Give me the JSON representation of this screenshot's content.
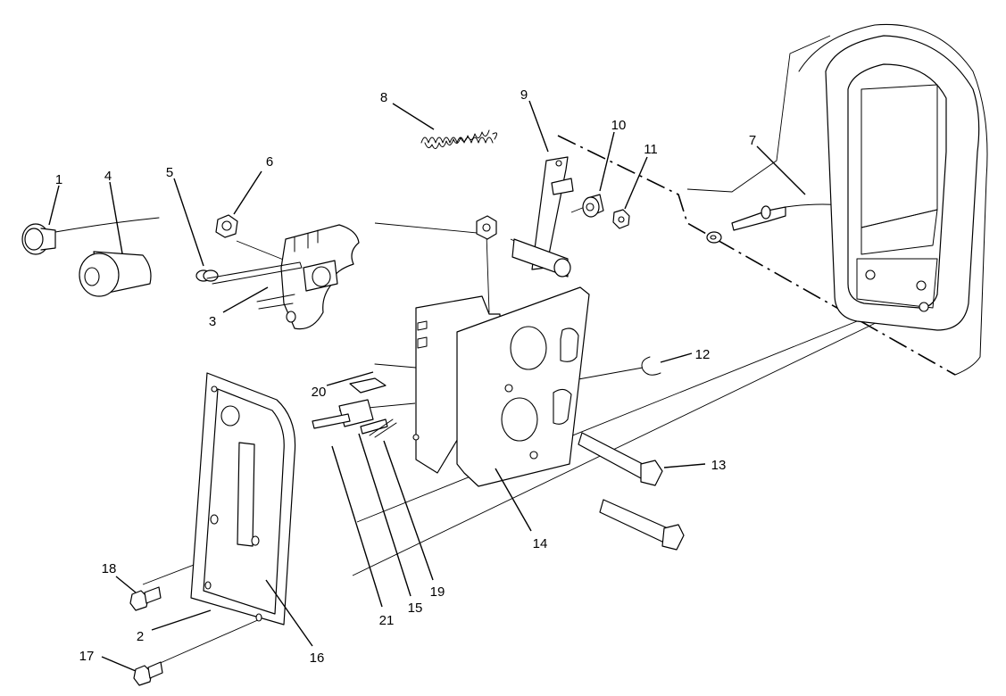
{
  "diagram": {
    "type": "exploded-parts-diagram",
    "line_color": "#000000",
    "background_color": "#ffffff",
    "callouts": [
      {
        "id": "c1",
        "label": "1"
      },
      {
        "id": "c2",
        "label": "2"
      },
      {
        "id": "c3",
        "label": "3"
      },
      {
        "id": "c4",
        "label": "4"
      },
      {
        "id": "c5",
        "label": "5"
      },
      {
        "id": "c6",
        "label": "6"
      },
      {
        "id": "c7",
        "label": "7"
      },
      {
        "id": "c8",
        "label": "8"
      },
      {
        "id": "c9",
        "label": "9"
      },
      {
        "id": "c10",
        "label": "10"
      },
      {
        "id": "c11",
        "label": "11"
      },
      {
        "id": "c12",
        "label": "12"
      },
      {
        "id": "c13",
        "label": "13"
      },
      {
        "id": "c14",
        "label": "14"
      },
      {
        "id": "c15",
        "label": "15"
      },
      {
        "id": "c16",
        "label": "16"
      },
      {
        "id": "c17",
        "label": "17"
      },
      {
        "id": "c18",
        "label": "18"
      },
      {
        "id": "c19",
        "label": "19"
      },
      {
        "id": "c20",
        "label": "20"
      },
      {
        "id": "c21",
        "label": "21"
      }
    ]
  }
}
